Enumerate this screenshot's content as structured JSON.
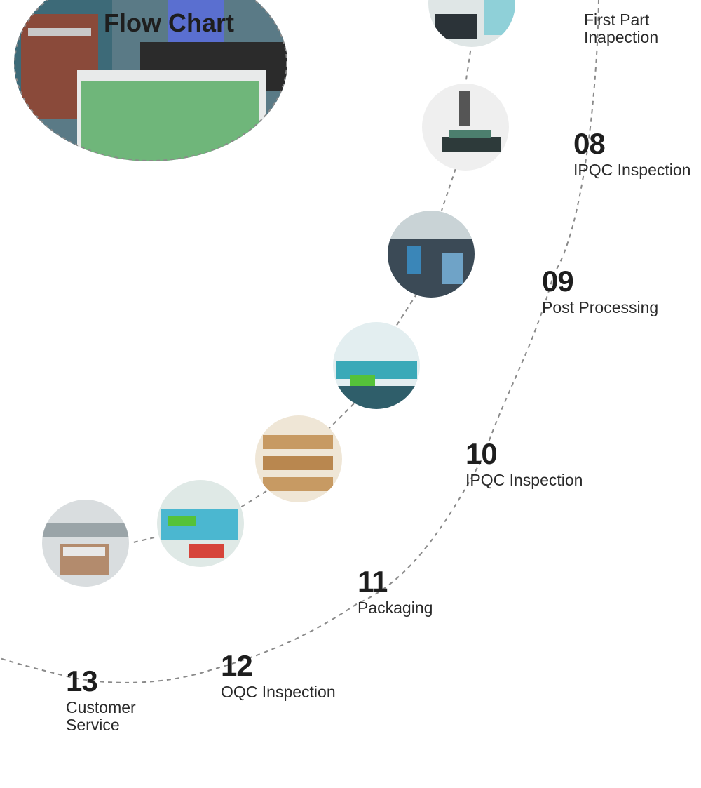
{
  "header": {
    "title": "Flow Chart"
  },
  "steps": [
    {
      "number": "",
      "label": "First Part\nInapection"
    },
    {
      "number": "08",
      "label": "IPQC Inspection"
    },
    {
      "number": "09",
      "label": "Post  Processing"
    },
    {
      "number": "10",
      "label": "IPQC Inspection"
    },
    {
      "number": "11",
      "label": "Packaging"
    },
    {
      "number": "12",
      "label": "OQC Inspection"
    },
    {
      "number": "13",
      "label": "Customer\nService"
    }
  ],
  "photos": [
    "inspection-workstation-photo",
    "measuring-microscope-photo",
    "production-floor-photo",
    "assembly-line-photo",
    "warehouse-shelves-photo",
    "packing-workers-photo",
    "customer-service-office-photo"
  ],
  "colors": {
    "dash_line": "#8a8a8a",
    "text": "#222222"
  }
}
